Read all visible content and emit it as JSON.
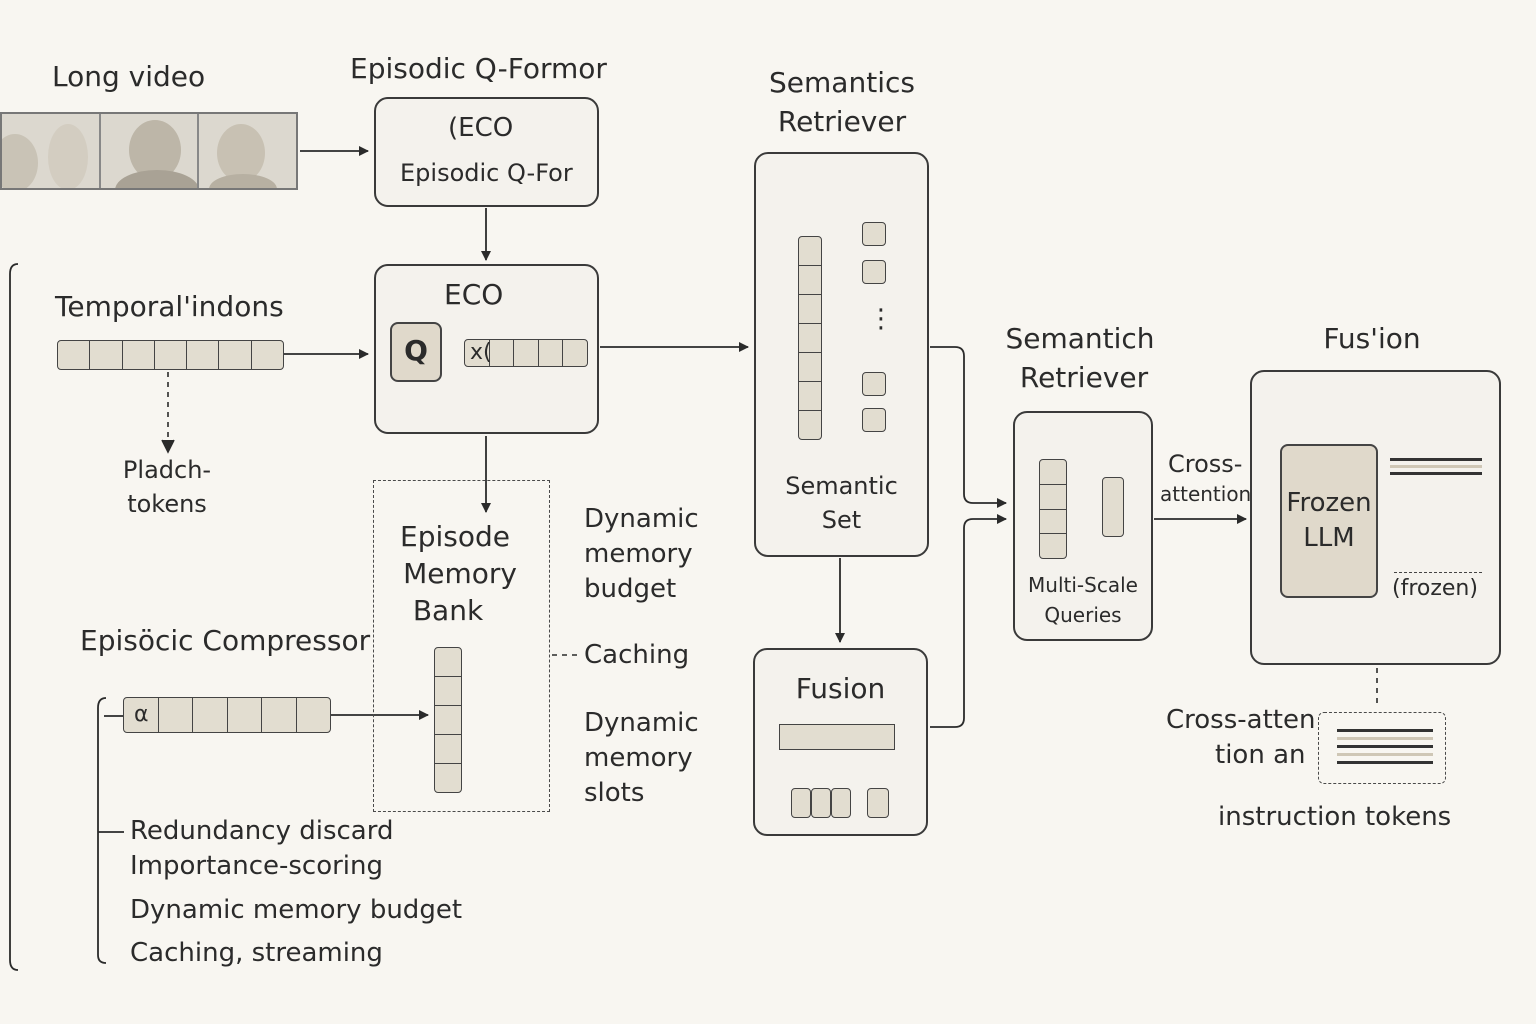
{
  "colors": {
    "background": "#f8f6f1",
    "box_fill": "#f4f2ed",
    "token_fill": "#e2ddd0",
    "llm_fill": "#e0d9cb",
    "stroke": "#3a3a3a"
  },
  "input": {
    "label": "Long video"
  },
  "episodic_qformer": {
    "title": "Episodic Q-Formor",
    "box_line1": "(ECO",
    "box_line2": "Episodic Q-For"
  },
  "temporal": {
    "label": "Temporal'indons",
    "placeholder_line1": "Pladch-",
    "placeholder_line2": "tokens"
  },
  "eco": {
    "title": "ECO",
    "q_label": "Q",
    "x_label": "x("
  },
  "memory_bank": {
    "line1": "Episode",
    "line2": "Memory",
    "line3": "Bank",
    "note_budget": [
      "Dynamic",
      "memory",
      "budget"
    ],
    "note_caching": "Caching",
    "note_slots": [
      "Dynamic",
      "memory",
      "slots"
    ]
  },
  "compressor": {
    "title": "Episöcic Compressor",
    "token_label": "α",
    "items": [
      "Redundancy discard",
      "Importance-scoring",
      "Dynamic memory budget",
      "Caching, streaming"
    ]
  },
  "semantics_retriever": {
    "title_line1": "Semantics",
    "title_line2": "Retriever",
    "ellipsis": "⋮",
    "set_line1": "Semantic",
    "set_line2": "Set"
  },
  "fusion_small": {
    "title": "Fusion"
  },
  "semantic_retriever2": {
    "title_line1": "Semantich",
    "title_line2": "Retriever",
    "queries_line1": "Multi-Scale",
    "queries_line2": "Queries"
  },
  "cross_attention": {
    "line1": "Cross-",
    "line2": "attention"
  },
  "fusion_big": {
    "title": "Fus'ion",
    "llm_line1": "Frozen",
    "llm_line2": "LLM",
    "frozen_note": "(frozen)"
  },
  "instruction": {
    "label_line1": "Cross-atten",
    "label_line2": "tion an",
    "tokens_label": "instruction tokens"
  }
}
